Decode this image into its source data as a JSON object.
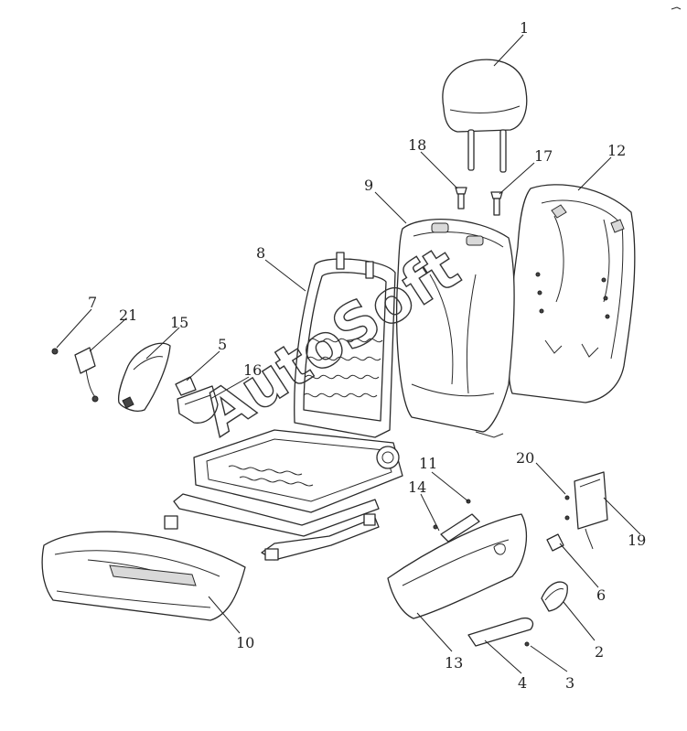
{
  "watermark": "AutoSoft",
  "callouts": {
    "c1": "1",
    "c2": "2",
    "c3": "3",
    "c4": "4",
    "c5": "5",
    "c6": "6",
    "c7": "7",
    "c8": "8",
    "c9": "9",
    "c10": "10",
    "c11": "11",
    "c12": "12",
    "c13": "13",
    "c14": "14",
    "c15": "15",
    "c16": "16",
    "c17": "17",
    "c18": "18",
    "c19": "19",
    "c20": "20",
    "c21": "21"
  },
  "colors": {
    "line": "#2a2a2a",
    "background": "#ffffff"
  }
}
